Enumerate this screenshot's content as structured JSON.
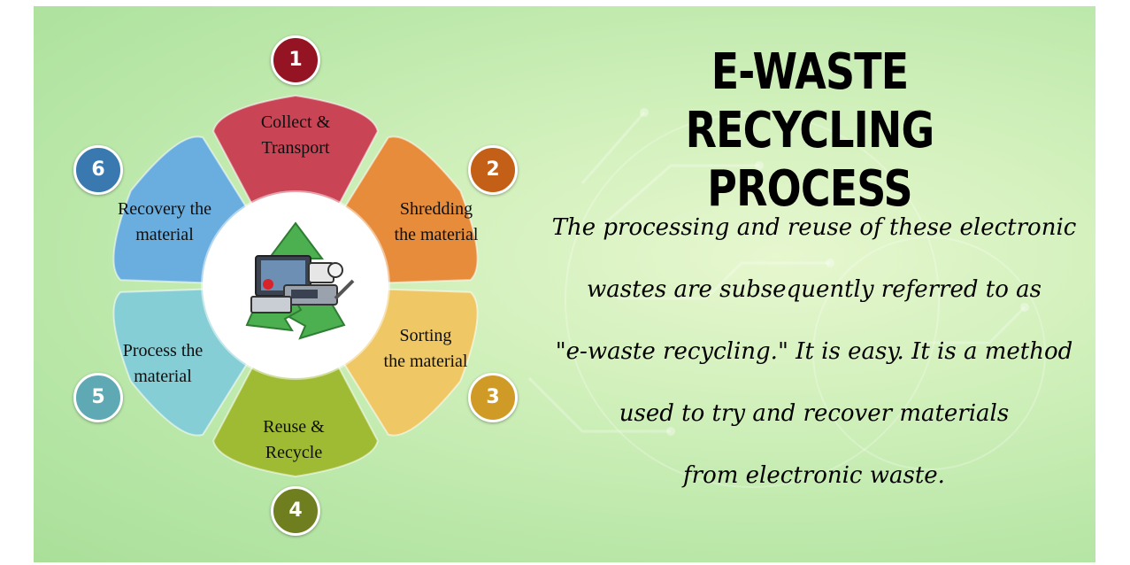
{
  "title": {
    "line1": "E-WASTE RECYCLING",
    "line2": "PROCESS"
  },
  "description": {
    "lines": [
      "The processing and reuse of these electronic",
      "wastes are subsequently referred to as",
      "\"e-waste recycling.\" It is easy. It is a method",
      "used to try and recover materials",
      "from electronic waste."
    ]
  },
  "steps": [
    {
      "number": "1",
      "line1": "Collect &",
      "line2": "Transport",
      "color": "#c94455",
      "badge": "#951424"
    },
    {
      "number": "2",
      "line1": "Shredding",
      "line2": "the material",
      "color": "#e78c3b",
      "badge": "#c45f17"
    },
    {
      "number": "3",
      "line1": "Sorting",
      "line2": "the material",
      "color": "#efc764",
      "badge": "#cf9a25"
    },
    {
      "number": "4",
      "line1": "Reuse &",
      "line2": "Recycle",
      "color": "#9fba33",
      "badge": "#6f7f20"
    },
    {
      "number": "5",
      "line1": "Process the",
      "line2": "material",
      "color": "#86ced6",
      "badge": "#5ea9b4"
    },
    {
      "number": "6",
      "line1": "Recovery the",
      "line2": "material",
      "color": "#6aaee0",
      "badge": "#3a79b0"
    }
  ],
  "center_icon": "recycling-electronics-icon"
}
